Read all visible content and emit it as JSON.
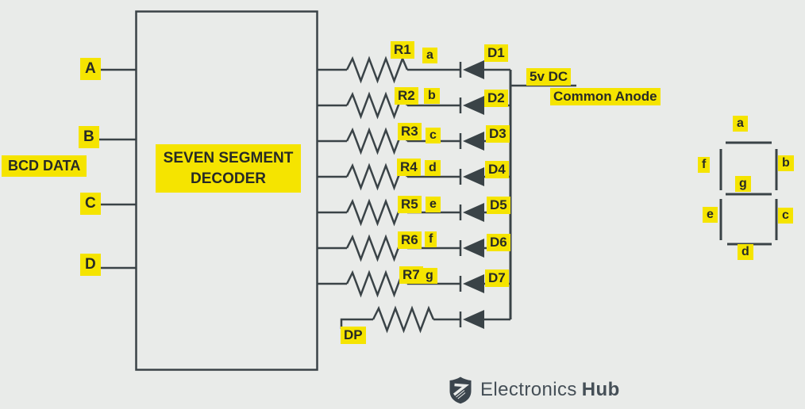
{
  "colors": {
    "background": "#e9ebe9",
    "highlight": "#f5e400",
    "line": "#3a4347",
    "label_text": "#272a26",
    "logo_text": "#454f57"
  },
  "decoder": {
    "name_line1": "SEVEN SEGMENT",
    "name_line2": "DECODER"
  },
  "inputs": {
    "group_label": "BCD DATA",
    "pins": [
      {
        "label": "A"
      },
      {
        "label": "B"
      },
      {
        "label": "C"
      },
      {
        "label": "D"
      }
    ]
  },
  "output_rows": [
    {
      "resistor": "R1",
      "segment": "a",
      "diode": "D1"
    },
    {
      "resistor": "R2",
      "segment": "b",
      "diode": "D2"
    },
    {
      "resistor": "R3",
      "segment": "c",
      "diode": "D3"
    },
    {
      "resistor": "R4",
      "segment": "d",
      "diode": "D4"
    },
    {
      "resistor": "R5",
      "segment": "e",
      "diode": "D5"
    },
    {
      "resistor": "R6",
      "segment": "f",
      "diode": "D6"
    },
    {
      "resistor": "R7",
      "segment": "g",
      "diode": "D7"
    }
  ],
  "dp_row": {
    "label": "DP"
  },
  "supply": {
    "voltage": "5v DC",
    "configuration": "Common Anode"
  },
  "segment_display": {
    "labels": {
      "a": "a",
      "b": "b",
      "c": "c",
      "d": "d",
      "e": "e",
      "f": "f",
      "g": "g"
    }
  },
  "logo": {
    "brand_regular": "Electronics",
    "brand_bold": "Hub"
  }
}
